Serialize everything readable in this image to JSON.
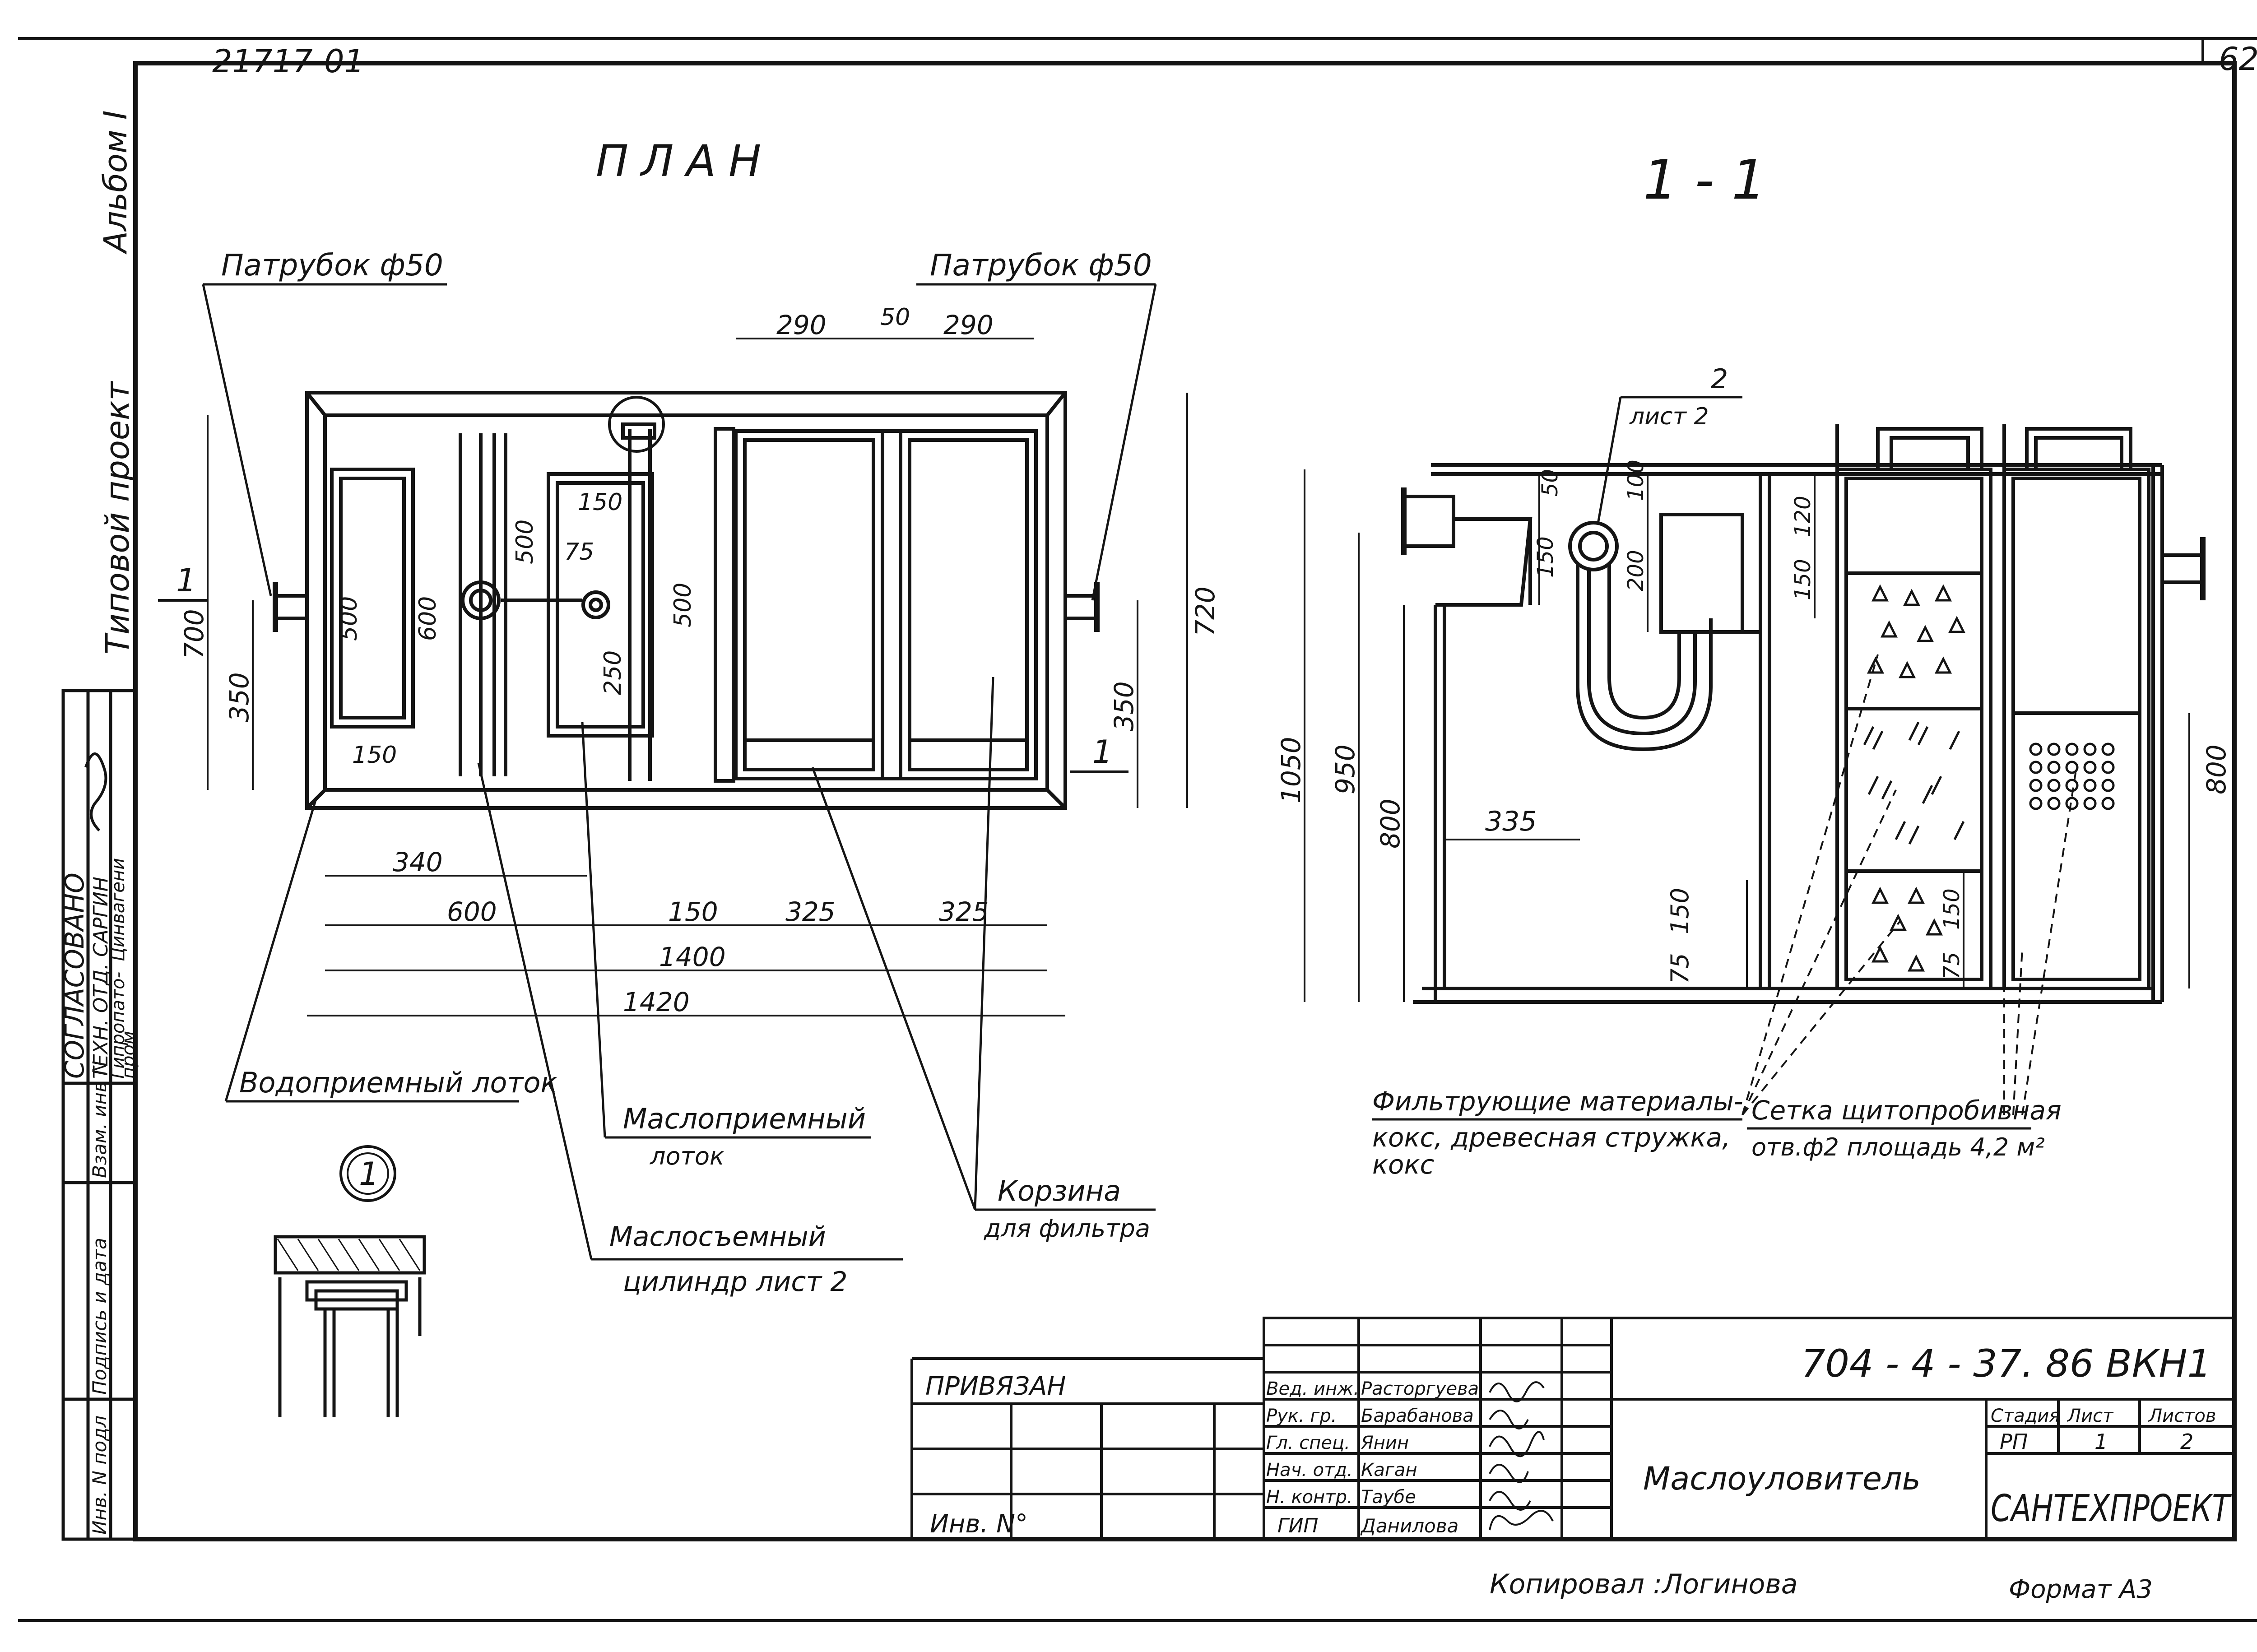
{
  "sheet": {
    "archive_no": "21717-01",
    "sheet_no": "62",
    "album_note": "Альбом I",
    "project_type": "Типовой проект",
    "format": "Формат А3",
    "copied_by": "Копировал :Логинова"
  },
  "left_stamp": {
    "agreed": "СОГЛАСОВАНО",
    "rows": [
      "ТЕХН. ОТД.",
      "САРГИН",
      "Гипропато-",
      "Цинвагени",
      "пром"
    ],
    "boxes": [
      "Взам. инв N",
      "Подпись и дата",
      "Инв. N подл"
    ]
  },
  "plan": {
    "title": "ПЛАН",
    "labels": {
      "inlet": "Патрубок ф50",
      "outlet": "Патрубок ф50",
      "section_mark": "1",
      "detail_mark": "1",
      "water_tray": "Водоприемный лоток",
      "oil_tray_1": "Маслоприемный",
      "oil_tray_2": "лоток",
      "cylinder_1": "Маслосъемный",
      "cylinder_2": "цилиндр лист 2",
      "basket_1": "Корзина",
      "basket_2": "для фильтра"
    },
    "dims": {
      "top_290a": "290",
      "top_50": "50",
      "top_290b": "290",
      "left_700": "700",
      "left_350": "350",
      "right_720": "720",
      "right_350": "350",
      "inner_500a": "500",
      "inner_600": "600",
      "inner_150a": "150",
      "inner_500b": "500",
      "inner_150b": "150",
      "inner_75": "75",
      "inner_250": "250",
      "inner_500c": "500",
      "bot_340": "340",
      "bot_600": "600",
      "bot_150": "150",
      "bot_325a": "325",
      "bot_325b": "325",
      "bot_1400": "1400",
      "bot_1420": "1420"
    }
  },
  "section": {
    "title": "1 - 1",
    "labels": {
      "sheet_ref_no": "2",
      "sheet_ref": "лист 2",
      "filter_1": "Фильтрующие материалы-",
      "filter_2": "кокс, древесная стружка,",
      "filter_3": "кокс",
      "mesh_1": "Сетка щитопробивная",
      "mesh_2": "отв.ф2 площадь 4,2 м²"
    },
    "dims": {
      "d1050": "1050",
      "d950": "950",
      "d800": "800",
      "d50": "50",
      "d100": "100",
      "d150": "150",
      "d200": "200",
      "d335": "335",
      "d150b": "150",
      "d75": "75",
      "d120": "120",
      "d150c": "150",
      "d150d": "150",
      "d75b": "75",
      "r800": "800"
    }
  },
  "title_block": {
    "bound_label": "ПРИВЯЗАН",
    "inv_label": "Инв. N°",
    "code": "704 - 4 - 37. 86  ВКН1",
    "name": "Маслоуловитель",
    "org": "САНТЕХПРОЕКТ",
    "stage_head": "Стадия",
    "sheet_head": "Лист",
    "sheets_head": "Листов",
    "stage": "РП",
    "sheet": "1",
    "sheets": "2",
    "roles": [
      {
        "role": "Вед. инж.",
        "name": "Расторгуева"
      },
      {
        "role": "Рук. гр.",
        "name": "Барабанова"
      },
      {
        "role": "Гл. спец.",
        "name": "Янин"
      },
      {
        "role": "Нач. отд.",
        "name": "Каган"
      },
      {
        "role": "Н. контр.",
        "name": "Таубе"
      },
      {
        "role": "ГИП",
        "name": "Данилова"
      }
    ]
  }
}
